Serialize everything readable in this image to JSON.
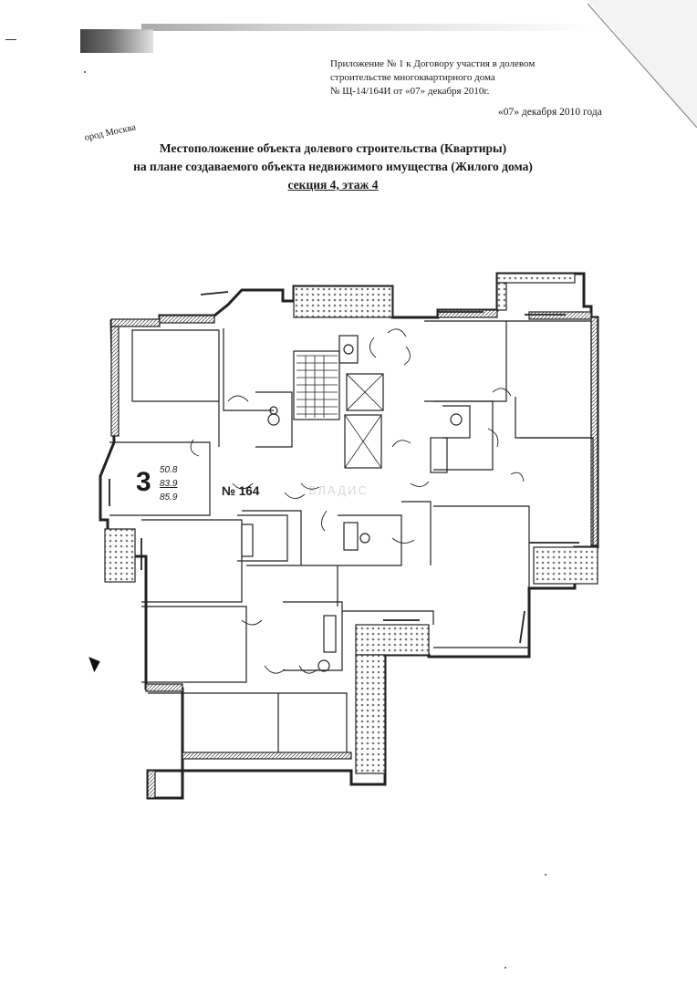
{
  "appendix": {
    "line1": "Приложение № 1 к Договору участия в долевом",
    "line2": "строительстве многоквартирного дома",
    "line3": "№ Щ-14/164И от «07» декабря 2010г."
  },
  "date": "«07» декабря 2010 года",
  "city": "ород Москва",
  "title": {
    "line1": "Местоположение объекта долевого строительства (Квартиры)",
    "line2": "на плане создаваемого объекта недвижимого имущества (Жилого дома)",
    "line3": "секция 4, этаж 4"
  },
  "apartment": {
    "number": "№ 164",
    "rooms": "3",
    "living_area": "50.8",
    "total_area": "83.9",
    "total_area_with_balcony": "85.9"
  },
  "watermark": "ВЛАДИС"
}
